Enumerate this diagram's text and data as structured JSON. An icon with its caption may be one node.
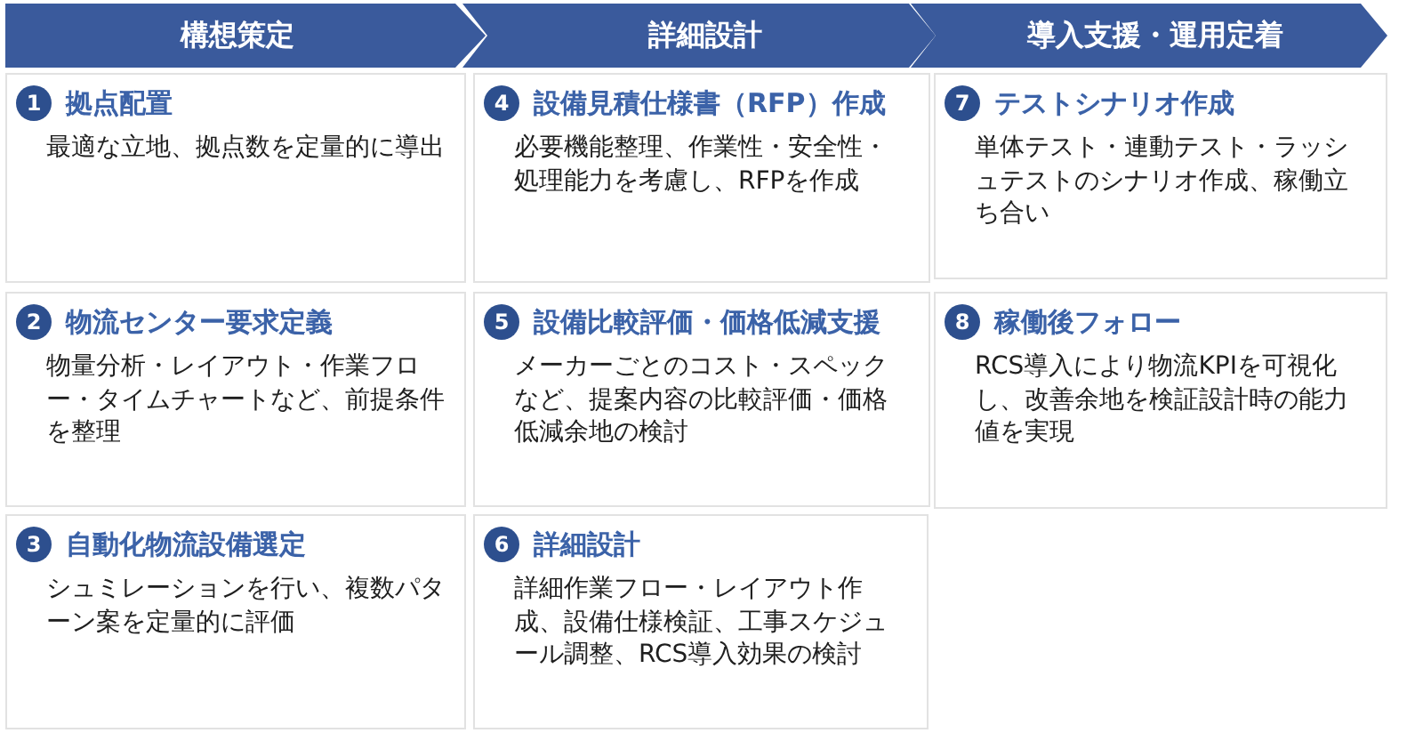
{
  "diagram": {
    "nodes": [
      {
        "text": [
          "構想策定"
        ]
      },
      {
        "text": [
          "詳細設計"
        ]
      },
      {
        "text": [
          "導入支援・運用定着"
        ]
      },
      {
        "text": [
          "拠点配置",
          "最適な立地、拠点数を定量的に導出"
        ]
      },
      {
        "text": [
          "1"
        ],
        "in": 3
      },
      {
        "text": [
          "物流センター要求定義",
          "物量分析・レイアウト・作業フロー・タイムチャートなど、前提条件を整理"
        ]
      },
      {
        "text": [
          "2"
        ],
        "in": 5
      },
      {
        "text": [
          "自動化物流設備選定",
          "シュミレーションを行い、複数パターン案を定量的に評価"
        ]
      },
      {
        "text": [
          "3"
        ],
        "in": 7
      },
      {
        "text": [
          "設備見積仕様書（RFP）作成",
          "必要機能整理、作業性・安全性・処理能力を考慮し、RFPを作成"
        ]
      },
      {
        "text": [
          "4"
        ],
        "in": 9
      },
      {
        "text": [
          "設備比較評価・価格低減支援",
          "メーカーごとのコスト・スペックなど、提案内容の比較評価・価格低減余地の検討"
        ]
      },
      {
        "text": [
          "5"
        ],
        "in": 11
      },
      {
        "text": [
          "詳細設計",
          "詳細作業フロー・レイアウト作成、設備仕様検証、工事スケジュール調整、RCS導入効果の検討"
        ]
      },
      {
        "text": [
          "6"
        ],
        "in": 13
      },
      {
        "text": [
          "テストシナリオ作成",
          "単体テスト・連動テスト・ラッシュテストのシナリオ作成、稼働立ち合い"
        ]
      },
      {
        "text": [
          "7"
        ],
        "in": 15
      },
      {
        "text": [
          "稼働後フォロー",
          "RCS導入により物流KPIを可視化し、改善余地を検証設計時の能力値を実現"
        ]
      },
      {
        "text": [
          "8"
        ],
        "in": 17
      }
    ]
  }
}
